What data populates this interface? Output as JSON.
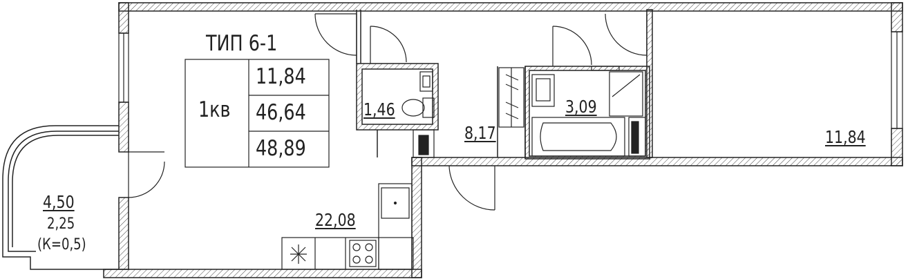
{
  "plan": {
    "type_label": "ТИП 6-1",
    "rooms_label": "1кв",
    "summary": {
      "living_area": "11,84",
      "total_area": "46,64",
      "total_with_balcony": "48,89"
    },
    "rooms": [
      {
        "id": "bathroom-small",
        "area": "1,46"
      },
      {
        "id": "hall",
        "area": "8,17"
      },
      {
        "id": "bathroom",
        "area": "3,09"
      },
      {
        "id": "bedroom",
        "area": "11,84"
      },
      {
        "id": "kitchen-living",
        "area": "22,08"
      }
    ],
    "balcony": {
      "area": "4,50",
      "reduced_area": "2,25",
      "coefficient": "(К=0,5)"
    }
  },
  "colors": {
    "line": "#222222",
    "hatch": "#444444",
    "background": "#ffffff"
  }
}
